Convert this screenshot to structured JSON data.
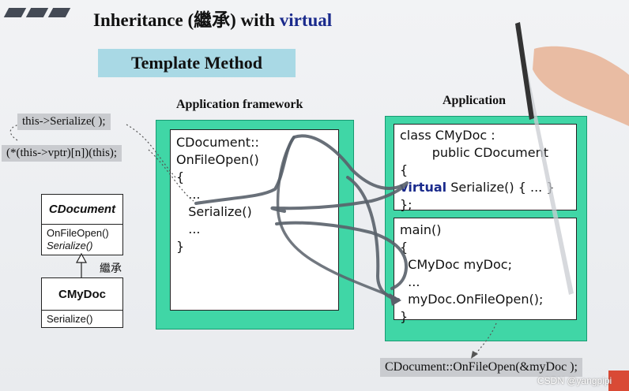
{
  "header": {
    "title_prefix": "Inheritance (繼承) with ",
    "title_keyword": "virtual"
  },
  "banner": {
    "label": "Template Method"
  },
  "left_notes": {
    "call": "this->Serialize( );",
    "vptr": "(*(this->vptr)[n])(this);"
  },
  "uml": {
    "base_class": {
      "name": "CDocument",
      "ops": [
        "OnFileOpen()",
        "Serialize()"
      ]
    },
    "inherit_label": "繼承",
    "derived_class": {
      "name": "CMyDoc",
      "ops": [
        "Serialize()"
      ]
    }
  },
  "framework": {
    "label": "Application framework",
    "code": [
      "CDocument::",
      "OnFileOpen()",
      "{",
      "   ...",
      "   Serialize()",
      "   ...",
      "}"
    ]
  },
  "application": {
    "label": "Application",
    "class_code": {
      "line1": "class CMyDoc :",
      "line2": "        public CDocument",
      "line3": "{",
      "line4_kw": "virtual",
      "line4_rest": " Serialize() { ... }",
      "line5": "};"
    },
    "main_code": [
      "main()",
      "{",
      "  CMyDoc myDoc;",
      "  ...",
      "  myDoc.OnFileOpen();",
      "}"
    ]
  },
  "bottom_call": "CDocument::OnFileOpen(&myDoc );",
  "watermark": "CSDN @yangpipi"
}
